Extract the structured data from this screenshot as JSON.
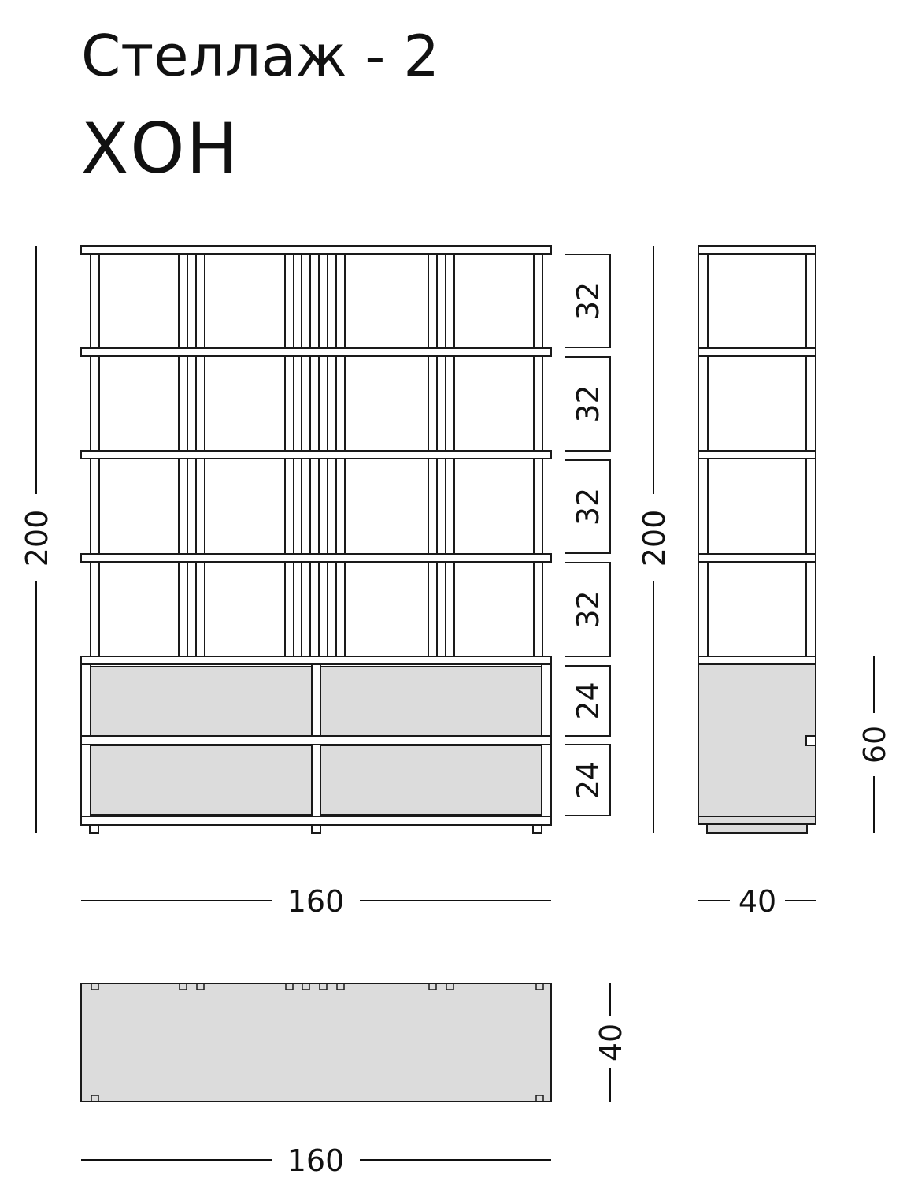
{
  "title": "Стеллаж - 2",
  "subtitle": "ХОН",
  "front_view": {
    "height_label": "200",
    "width_label": "160",
    "section_labels": [
      "32",
      "32",
      "32",
      "32",
      "24",
      "24"
    ]
  },
  "side_view": {
    "height_label": "200",
    "cabinet_height_label": "60",
    "depth_label": "40"
  },
  "top_view": {
    "depth_label": "40",
    "width_label": "160"
  },
  "colors": {
    "line": "#1a1a1a",
    "panel_fill": "#dcdcdc",
    "background": "#ffffff"
  }
}
